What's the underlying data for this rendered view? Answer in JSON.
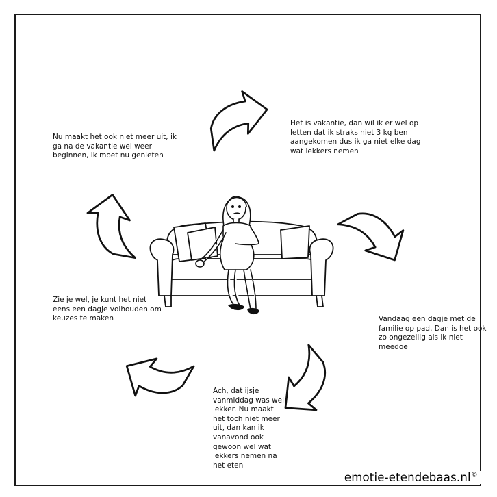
{
  "cycle": {
    "steps": [
      "Het is vakantie, dan wil ik er wel op letten dat ik straks niet 3 kg ben aangekomen dus ik ga niet elke dag wat lekkers nemen",
      "Vandaag een dagje met de familie op pad. Dan is het ook zo ongezellig als ik niet meedoe",
      "Ach, dat ijsje vanmiddag was wel lekker. Nu maakt het toch niet meer uit, dan kan ik vanavond ook gewoon wel wat lekkers nemen na het eten",
      "Zie je wel, je kunt het niet eens een dagje volhouden om keuzes te maken",
      "Nu maakt het ook niet meer uit, ik ga na de vakantie wel weer beginnen, ik moet nu genieten"
    ]
  },
  "footer": {
    "brand": "emotie-etendebaas.nl",
    "copyright": "©"
  },
  "icons": [
    "cycle-arrow-icon",
    "sofa-illustration",
    "woman-figure"
  ]
}
